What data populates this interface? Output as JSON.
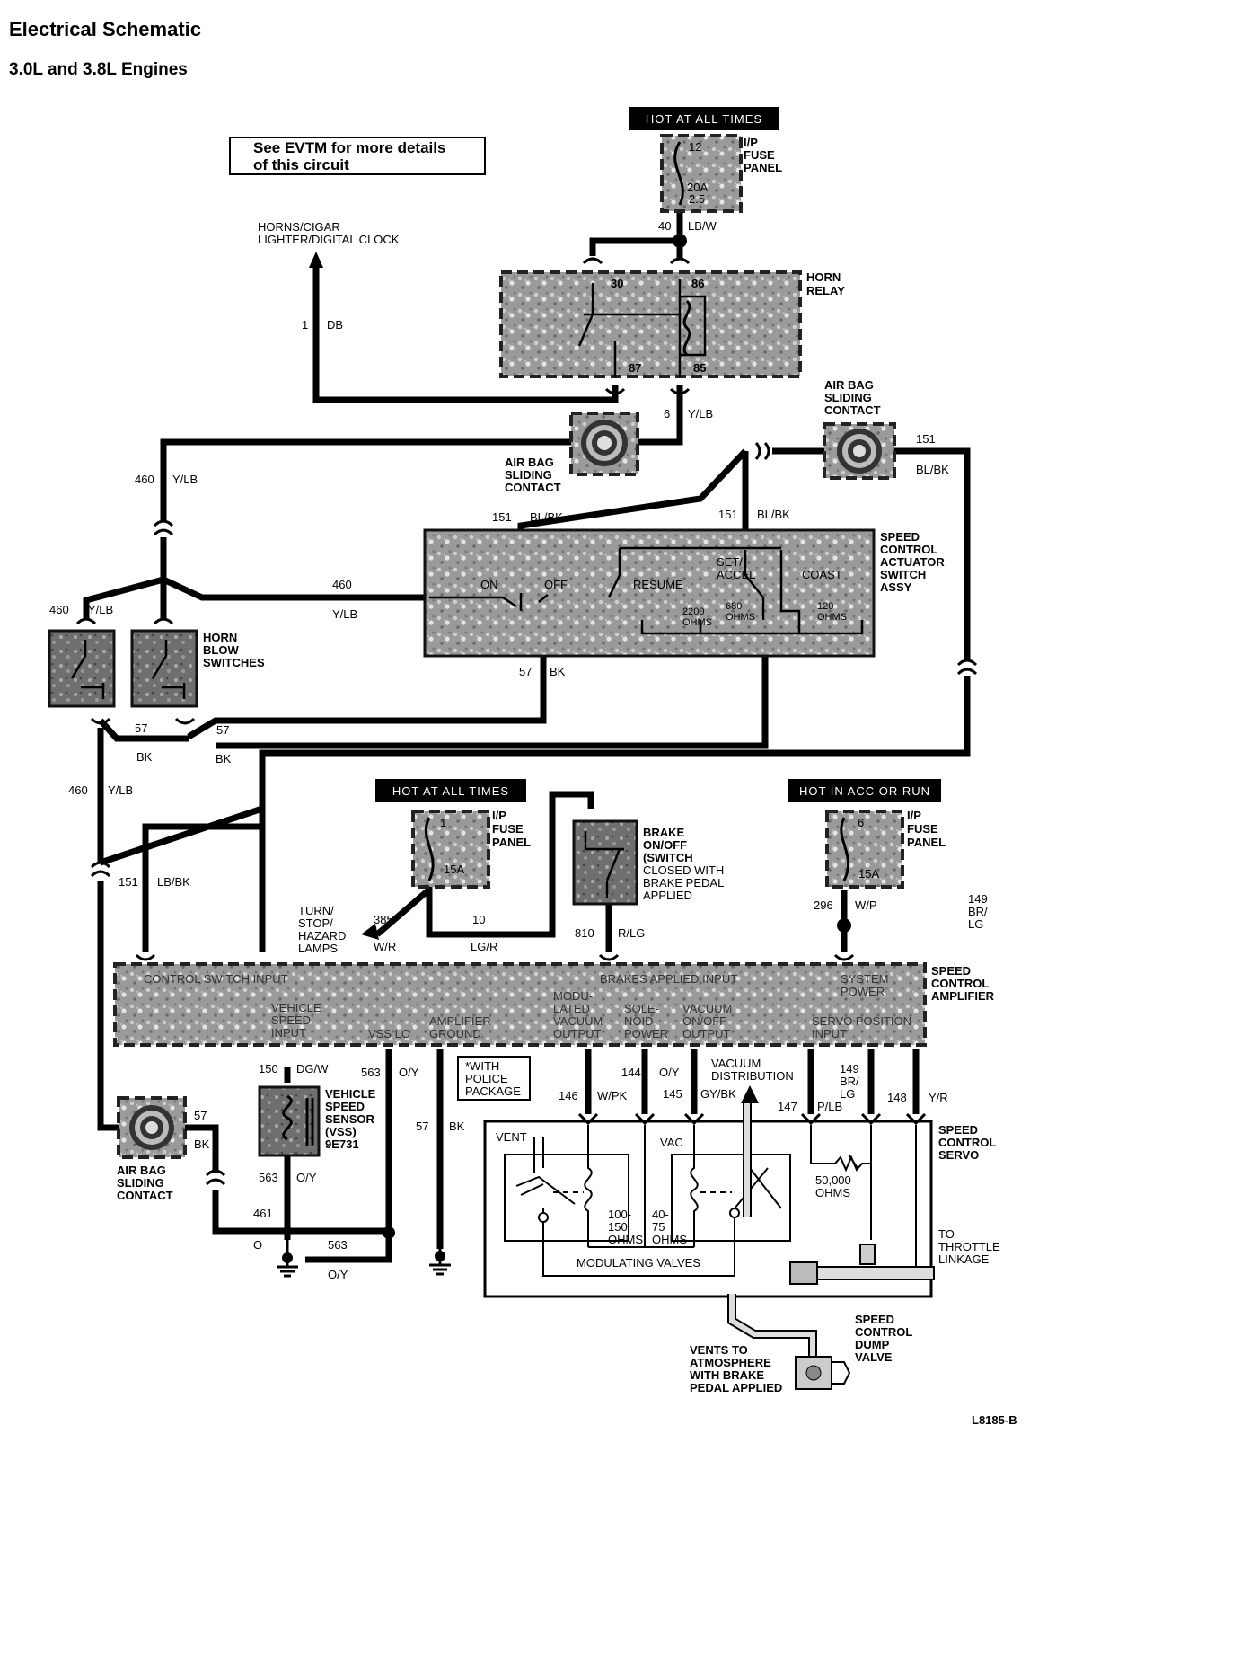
{
  "title": "Electrical Schematic",
  "subtitle": "3.0L and 3.8L Engines",
  "note": [
    "See EVTM for more details",
    "of this circuit"
  ],
  "hot_labels": {
    "top": "HOT AT ALL TIMES",
    "mid": "HOT AT ALL TIMES",
    "acc": "HOT IN ACC OR RUN"
  },
  "fuse_top": {
    "name": [
      "I/P",
      "FUSE",
      "PANEL"
    ],
    "num": "12",
    "rating": [
      "20A",
      "2.5"
    ]
  },
  "fuse_mid": {
    "name": [
      "I/P",
      "FUSE",
      "PANEL"
    ],
    "num": "1",
    "rating": "15A"
  },
  "fuse_acc": {
    "name": [
      "I/P",
      "FUSE",
      "PANEL"
    ],
    "num": "6",
    "rating": "15A"
  },
  "horn_relay": {
    "name": [
      "HORN",
      "RELAY"
    ],
    "terms": [
      "30",
      "86",
      "87",
      "85"
    ]
  },
  "horns_dest": [
    "HORNS/CIGAR",
    "LIGHTER/DIGITAL CLOCK"
  ],
  "airbag_label": [
    "AIR BAG",
    "SLIDING",
    "CONTACT"
  ],
  "speed_switch": {
    "name": [
      "SPEED",
      "CONTROL",
      "ACTUATOR",
      "SWITCH",
      "ASSY"
    ],
    "on": "ON",
    "off": "OFF",
    "resume": "RESUME",
    "set": [
      "SET/",
      "ACCEL"
    ],
    "coast": "COAST",
    "r1": [
      "2200",
      "OHMS"
    ],
    "r2": [
      "680",
      "OHMS"
    ],
    "r3": [
      "120",
      "OHMS"
    ]
  },
  "horn_blow": [
    "HORN",
    "BLOW",
    "SWITCHES"
  ],
  "brake_switch": [
    "BRAKE",
    "ON/OFF",
    "(SWITCH",
    "CLOSED WITH",
    "BRAKE PEDAL",
    "APPLIED"
  ],
  "turn_lamps": [
    "TURN/",
    "STOP/",
    "HAZARD",
    "LAMPS"
  ],
  "amplifier": {
    "name": [
      "SPEED",
      "CONTROL",
      "AMPLIFIER"
    ],
    "control_input": "CONTROL SWITCH INPUT",
    "brakes_input": "BRAKES APPLIED INPUT",
    "system_power": [
      "SYSTEM",
      "POWER"
    ],
    "vss_input": [
      "VEHICLE",
      "SPEED",
      "INPUT"
    ],
    "vss_lo": "VSS LO",
    "amp_ground": [
      "AMPLIFIER",
      "GROUND"
    ],
    "mod_vac": [
      "MODU-",
      "LATED",
      "VACUUM",
      "OUTPUT"
    ],
    "solenoid": [
      "SOLE-",
      "NOID",
      "POWER"
    ],
    "vac_onoff": [
      "VACUUM",
      "ON/OFF",
      "OUTPUT"
    ],
    "servo_pos": [
      "SERVO POSITION",
      "INPUT"
    ]
  },
  "vss": {
    "name": [
      "VEHICLE",
      "SPEED",
      "SENSOR",
      "(VSS)",
      "9E731"
    ]
  },
  "police": [
    "*WITH",
    "POLICE",
    "PACKAGE"
  ],
  "vacuum_dist": [
    "VACUUM",
    "DISTRIBUTION"
  ],
  "servo": {
    "name": [
      "SPEED",
      "CONTROL",
      "SERVO"
    ],
    "vent": "VENT",
    "vac": "VAC",
    "r_mod": [
      "100-",
      "150",
      "OHMS"
    ],
    "r_vac": [
      "40-",
      "75",
      "OHMS"
    ],
    "r_pos": [
      "50,000",
      "OHMS"
    ],
    "mod_valves": "MODULATING VALVES",
    "throttle": [
      "TO",
      "THROTTLE",
      "LINKAGE"
    ]
  },
  "dump_valve": [
    "SPEED",
    "CONTROL",
    "DUMP",
    "VALVE"
  ],
  "vents_atm": [
    "VENTS TO",
    "ATMOSPHERE",
    "WITH BRAKE",
    "PEDAL APPLIED"
  ],
  "ref_code": "L8185-B",
  "wires": {
    "w40": {
      "n": "40",
      "c": "LB/W"
    },
    "w1": {
      "n": "1",
      "c": "DB"
    },
    "w6": {
      "n": "6",
      "c": "Y/LB"
    },
    "w151a": {
      "n": "151",
      "c": "BL/BK"
    },
    "w151b": {
      "n": "151",
      "c": "BL/BK"
    },
    "w151c": {
      "n": "151",
      "c": "BL/BK"
    },
    "w460a": {
      "n": "460",
      "c": "Y/LB"
    },
    "w460b": {
      "n": "460",
      "c": "Y/LB"
    },
    "w460c": {
      "n": "460",
      "c": "Y/LB"
    },
    "w460d": {
      "n": "460",
      "c": "Y/LB"
    },
    "w57a": {
      "n": "57",
      "c": "BK"
    },
    "w57b": {
      "n": "57",
      "c": "BK"
    },
    "w57c": {
      "n": "57",
      "c": "BK"
    },
    "w151d": {
      "n": "151",
      "c": "LB/BK"
    },
    "w385": {
      "n": "385",
      "c": "W/R"
    },
    "w10": {
      "n": "10",
      "c": "LG/R"
    },
    "w810": {
      "n": "810",
      "c": "R/LG"
    },
    "w296": {
      "n": "296",
      "c": "W/P"
    },
    "w149top": {
      "n": "149",
      "c": [
        "BR/",
        "LG"
      ]
    },
    "w150": {
      "n": "150",
      "c": "DG/W"
    },
    "w563a": {
      "n": "563",
      "c": "O/Y"
    },
    "w563b": {
      "n": "563",
      "c": "O/Y"
    },
    "w563c": {
      "n": "563",
      "c": "O/Y"
    },
    "w57d": {
      "n": "57",
      "c": "BK"
    },
    "w57e": {
      "n": "57",
      "c": "BK"
    },
    "w461": {
      "n": "461",
      "c": ""
    },
    "w0": {
      "n": "O",
      "c": ""
    },
    "w146": {
      "n": "146",
      "c": "W/PK"
    },
    "w144": {
      "n": "144",
      "c": "O/Y"
    },
    "w145": {
      "n": "145",
      "c": "GY/BK"
    },
    "w147": {
      "n": "147",
      "c": "P/LB"
    },
    "w149": {
      "n": "149",
      "c": [
        "BR/",
        "LG"
      ]
    },
    "w148": {
      "n": "148",
      "c": "Y/R"
    }
  }
}
